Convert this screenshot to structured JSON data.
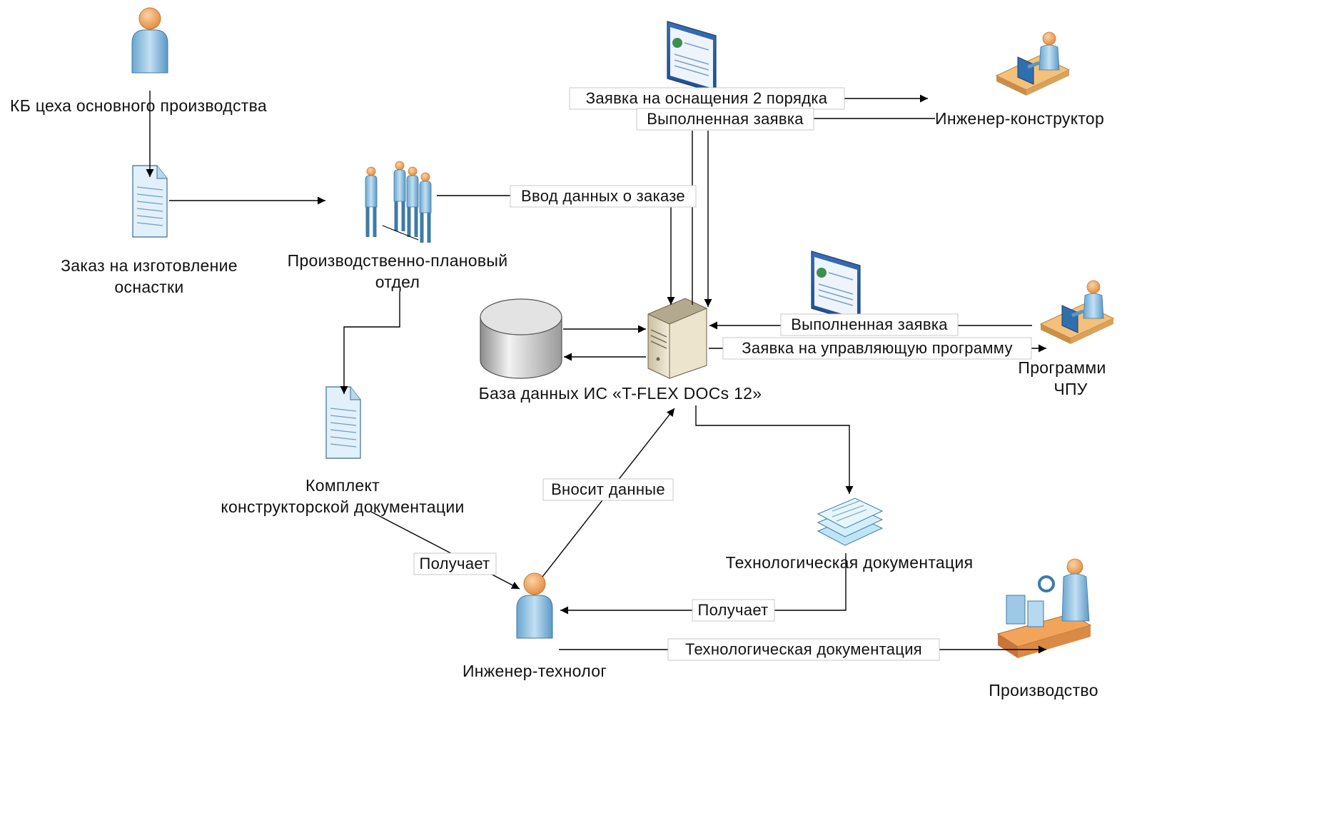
{
  "nodes": {
    "kb": "КБ цеха основного производства",
    "order": [
      "Заказ на изготовление",
      "оснастки"
    ],
    "ppo": [
      "Производственно-плановый",
      "отдел"
    ],
    "db": "База данных ИС «T-FLEX DOCs 12»",
    "kit": [
      "Комплект",
      "конструкторской документации"
    ],
    "tech_doc": "Технологическая документация",
    "designer": "Инженер-конструктор",
    "cnc": [
      "Программи",
      "ЧПУ"
    ],
    "technologist": "Инженер-технолог",
    "production": "Производство"
  },
  "edges": {
    "order_input": "Ввод данных о заказе",
    "request_2nd": "Заявка на оснащения 2 порядка",
    "done_request_top": "Выполненная заявка",
    "done_request_cnc": "Выполненная заявка",
    "request_program": "Заявка на управляющую программу",
    "enters_data": "Вносит данные",
    "receives_kit": "Получает",
    "receives_tech": "Получает",
    "tech_to_production": "Технологическая документация"
  }
}
